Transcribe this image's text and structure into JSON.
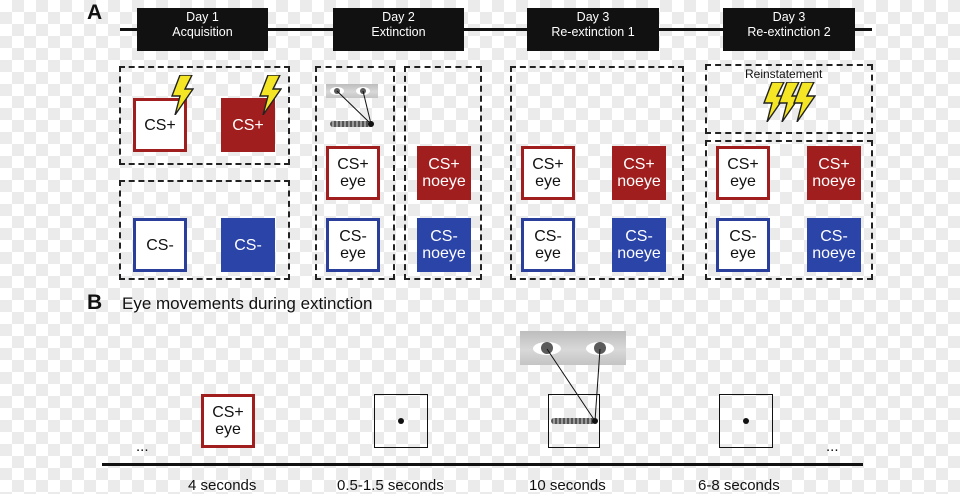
{
  "panel_a": {
    "letter": "A",
    "days": [
      {
        "day": "Day 1",
        "phase": "Acquisition"
      },
      {
        "day": "Day 2",
        "phase": "Extinction"
      },
      {
        "day": "Day 3",
        "phase": "Re-extinction 1"
      },
      {
        "day": "Day 3",
        "phase": "Re-extinction 2"
      }
    ],
    "reinstatement_label": "Reinstatement",
    "stimuli": {
      "cs_plus": "CS+",
      "cs_minus": "CS-",
      "cs_plus_eye": [
        "CS+",
        "eye"
      ],
      "cs_minus_eye": [
        "CS-",
        "eye"
      ],
      "cs_plus_noeye": [
        "CS+",
        "noeye"
      ],
      "cs_minus_noeye": [
        "CS-",
        "noeye"
      ]
    },
    "colors": {
      "cs_plus": "#a01e1e",
      "cs_minus": "#2a44a8",
      "shock": "#f5e625"
    }
  },
  "panel_b": {
    "letter": "B",
    "title": "Eye movements during extinction",
    "stimulus": [
      "CS+",
      "eye"
    ],
    "ellipsis": "...",
    "durations": [
      "4 seconds",
      "0.5-1.5 seconds",
      "10 seconds",
      "6-8 seconds"
    ]
  }
}
